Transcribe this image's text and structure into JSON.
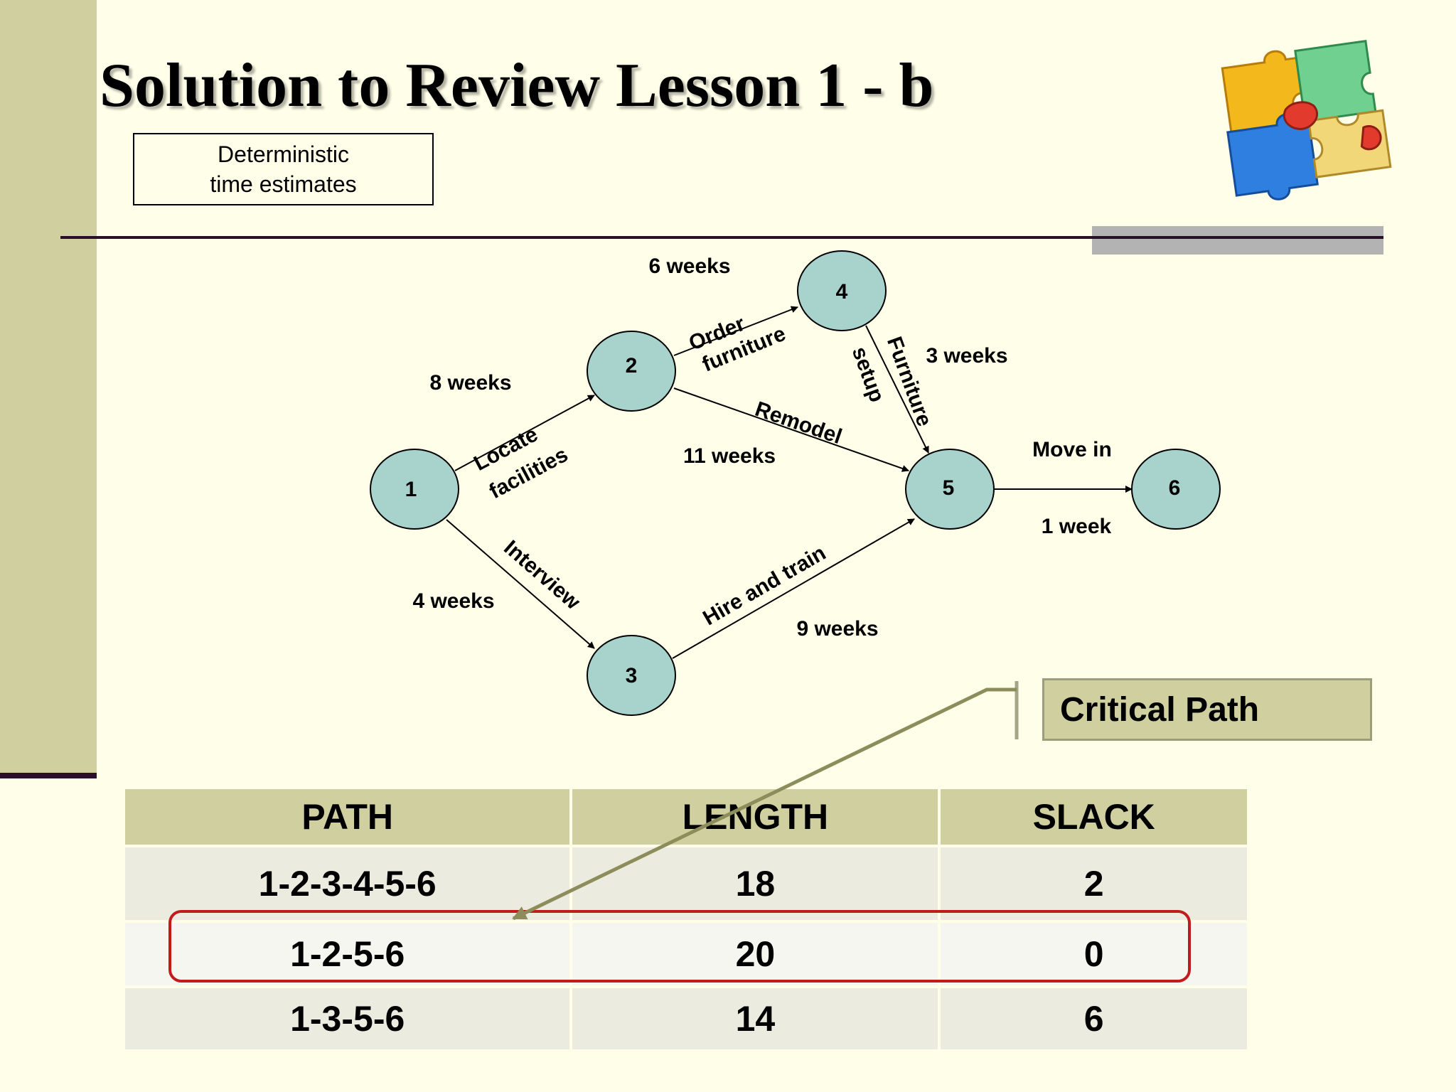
{
  "slide": {
    "title": "Solution to Review Lesson 1 - b",
    "subtitle_lines": [
      "Deterministic",
      "time estimates"
    ],
    "callout": "Critical Path"
  },
  "network": {
    "nodes": [
      "1",
      "2",
      "3",
      "4",
      "5",
      "6"
    ],
    "edges": [
      {
        "from": "1",
        "to": "2",
        "activity_lines": [
          "Locate",
          "facilities"
        ],
        "duration": "8 weeks"
      },
      {
        "from": "1",
        "to": "3",
        "activity_lines": [
          "Interview"
        ],
        "duration": "4 weeks"
      },
      {
        "from": "2",
        "to": "4",
        "activity_lines": [
          "Order",
          "furniture"
        ],
        "duration": "6 weeks"
      },
      {
        "from": "2",
        "to": "5",
        "activity_lines": [
          "Remodel"
        ],
        "duration": "11 weeks"
      },
      {
        "from": "3",
        "to": "5",
        "activity_lines": [
          "Hire and train"
        ],
        "duration": "9 weeks"
      },
      {
        "from": "4",
        "to": "5",
        "activity_lines": [
          "Furniture",
          "setup"
        ],
        "duration": "3 weeks"
      },
      {
        "from": "5",
        "to": "6",
        "activity_lines": [
          "Move in"
        ],
        "duration": "1 week"
      }
    ]
  },
  "table": {
    "headers": [
      "PATH",
      "LENGTH",
      "SLACK"
    ],
    "rows": [
      {
        "path": "1-2-3-4-5-6",
        "length": "18",
        "slack": "2"
      },
      {
        "path": "1-2-5-6",
        "length": "20",
        "slack": "0"
      },
      {
        "path": "1-3-5-6",
        "length": "14",
        "slack": "6"
      }
    ],
    "highlighted_row": 1
  },
  "colors": {
    "background": "#fefee9",
    "accent_band": "#cfcf9f",
    "node_fill": "#a8d3cd",
    "highlight": "#c21b1b",
    "rule": "#2a0f2a"
  },
  "icons": [
    "puzzle-icon"
  ]
}
